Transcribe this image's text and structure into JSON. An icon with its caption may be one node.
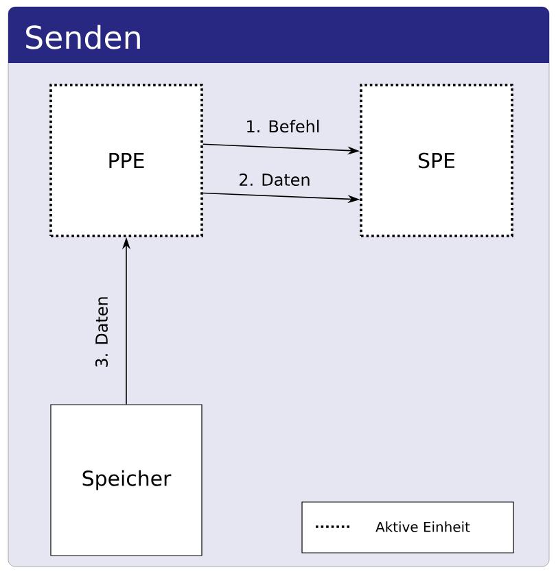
{
  "diagram": {
    "title": "Senden",
    "nodes": [
      {
        "text": [
          "PPE"
        ]
      },
      {
        "text": [
          "SPE"
        ]
      },
      {
        "text": [
          "Speicher"
        ]
      }
    ],
    "edges": [
      {
        "from": 0,
        "to": 1,
        "arrow": "to",
        "label": "1. Befehl"
      },
      {
        "from": 0,
        "to": 1,
        "arrow": "to",
        "label": "2. Daten"
      },
      {
        "from": 2,
        "to": 0,
        "arrow": "to",
        "label": "3. Daten"
      }
    ],
    "legend": [
      {
        "text": "Aktive Einheit"
      }
    ]
  }
}
